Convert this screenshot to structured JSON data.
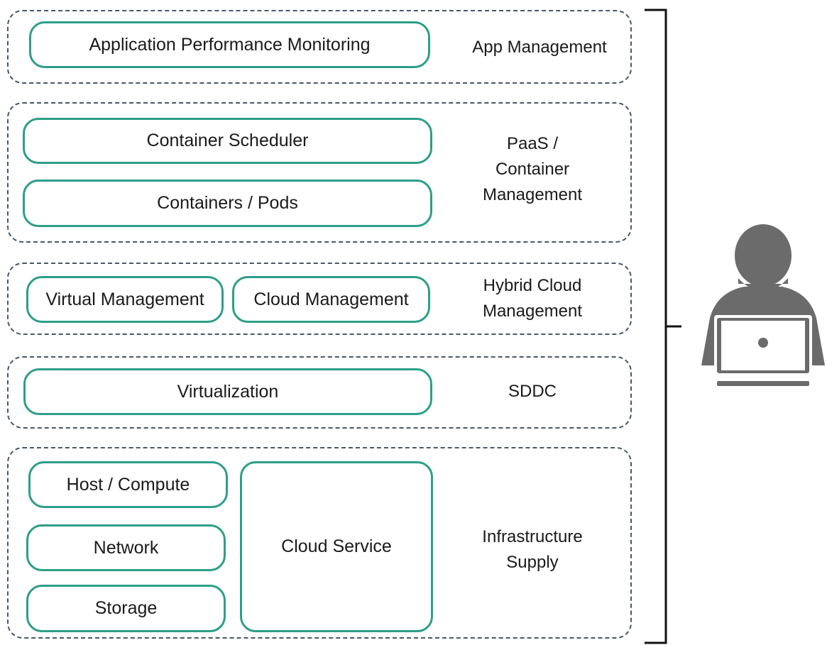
{
  "diagram": {
    "layers": [
      {
        "label": "App Management",
        "items": [
          "Application Performance Monitoring"
        ]
      },
      {
        "label": "PaaS /\nContainer\nManagement",
        "items": [
          "Container Scheduler",
          "Containers / Pods"
        ]
      },
      {
        "label": "Hybrid Cloud\nManagement",
        "items": [
          "Virtual Management",
          "Cloud Management"
        ]
      },
      {
        "label": "SDDC",
        "items": [
          "Virtualization"
        ]
      },
      {
        "label": "Infrastructure\nSupply",
        "items": [
          "Host / Compute",
          "Network",
          "Storage",
          "Cloud Service"
        ]
      }
    ]
  },
  "colors": {
    "box_border": "#2e9e88",
    "layer_border": "#4a5866",
    "person": "#6b6b6b"
  },
  "icons": [
    "user-with-laptop-icon"
  ]
}
